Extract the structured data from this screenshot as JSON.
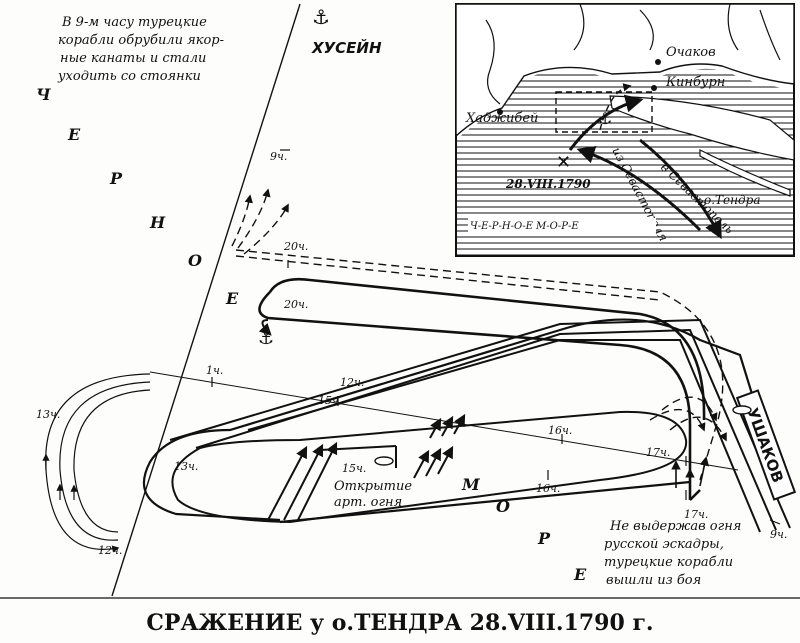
{
  "notes": {
    "note_top": [
      "В 9-м часу турецкие",
      "корабли обрубили якор-",
      "ные канаты и стали",
      "уходить со стоянки"
    ],
    "note_bottom": [
      "Не выдержав огня",
      "русской эскадры,",
      "турецкие корабли",
      "вышли из боя"
    ],
    "note_fire": [
      "Открытие",
      "арт. огня"
    ]
  },
  "commanders": {
    "turkish": "ХУСЕЙН",
    "russian": "УШАКОВ"
  },
  "sea_letters": [
    "Ч",
    "Е",
    "Р",
    "Н",
    "О",
    "Е",
    "М",
    "О",
    "Р",
    "Е"
  ],
  "times": {
    "t9_top": "9ч.",
    "t20_a": "20ч.",
    "t20_b": "20ч.",
    "t1": "1ч.",
    "t12_a": "12ч.",
    "t15_a": "15ч.",
    "t16_a": "16ч.",
    "t17_a": "17ч.",
    "t13_left": "13ч.",
    "t13_b": "13ч.",
    "t15_b": "15ч.",
    "t16_b": "16ч.",
    "t17_b": "17ч.",
    "t12_b": "12ч.",
    "t9_right": "9ч."
  },
  "inset": {
    "ochakov": "Очаков",
    "kinburn": "Кинбурн",
    "khadzhibey": "Хаджибей",
    "date": "28.VIII.1790",
    "from_sev": "из Севастополя",
    "to_sev": "в Севастополь",
    "tendra": "о.Тендра",
    "black_sea": "Ч-Е-Р-Н-О-Е  М-О-Р-Е"
  },
  "title": "СРАЖЕНИЕ у о.ТЕНДРА 28.VIII.1790 г."
}
